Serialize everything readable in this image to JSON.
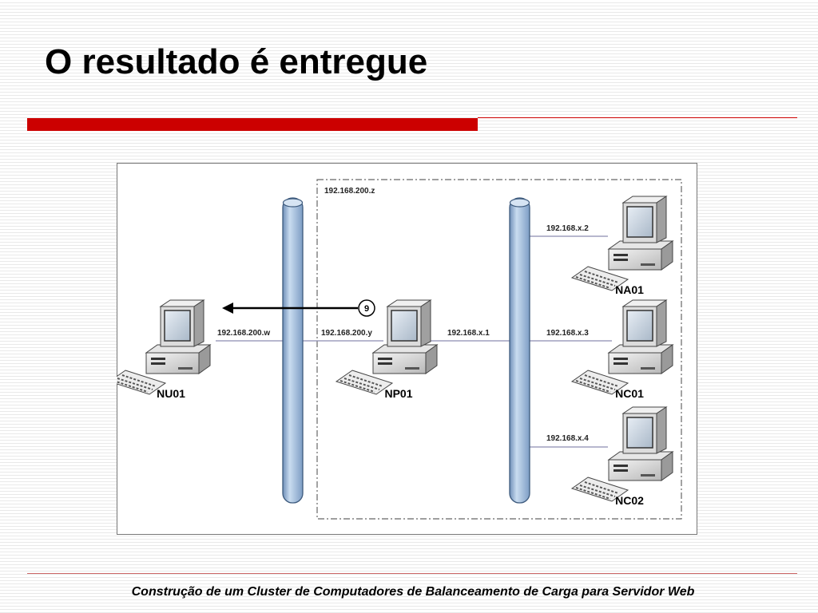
{
  "slide": {
    "title": "O resultado é entregue",
    "footer": "Construção de um Cluster de Computadores de Balanceamento de Carga para Servidor Web"
  },
  "diagram": {
    "subnet_label": "192.168.200.z",
    "step_number": "9",
    "nodes": {
      "nu01": {
        "name": "NU01",
        "ip": "192.168.200.w"
      },
      "np01": {
        "name": "NP01",
        "ip_left": "192.168.200.y",
        "ip_right": "192.168.x.1"
      },
      "na01": {
        "name": "NA01",
        "ip": "192.168.x.2"
      },
      "nc01": {
        "name": "NC01",
        "ip": "192.168.x.3"
      },
      "nc02": {
        "name": "NC02",
        "ip": "192.168.x.4"
      }
    },
    "colors": {
      "bus": "#a8c4e4",
      "bus_stroke": "#3d5a7d",
      "link": "#8c8cb0",
      "accent": "#cc0000"
    }
  }
}
